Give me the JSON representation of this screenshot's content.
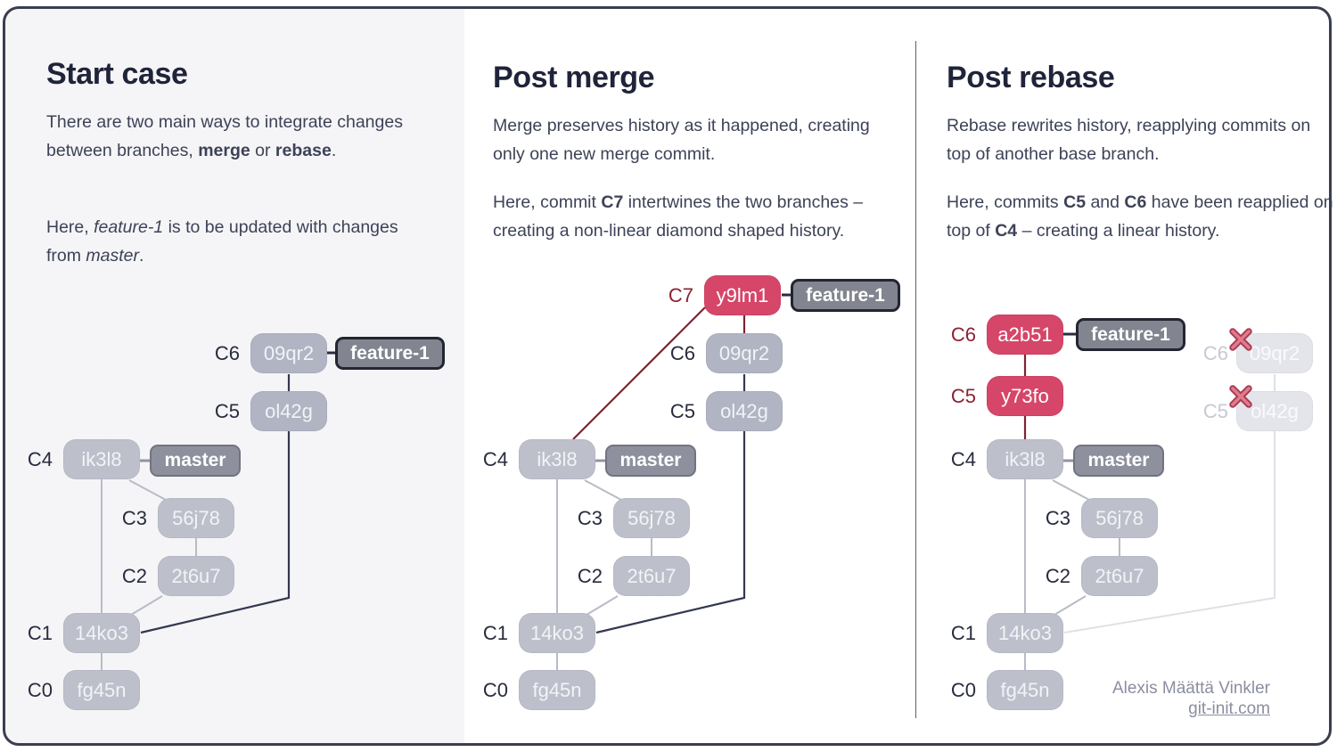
{
  "colors": {
    "accent_pink": "#d64669",
    "accent_dark_red": "#8b2133",
    "node_gray_feature": "#b1b4c2",
    "node_gray_main": "#bdc0cb",
    "node_ghost": "#e4e5ea",
    "branch_box_gray": "#8e909d",
    "card_border": "#3b3e4e",
    "panel_bg_left": "#f5f5f7",
    "title_text": "#20243a",
    "body_text": "#3d4257"
  },
  "panels": {
    "start": {
      "title": "Start case",
      "p1": [
        "There are two main ways to integrate changes between branches, ",
        "merge",
        " or ",
        "rebase",
        "."
      ],
      "p2": [
        "Here, ",
        "feature-1",
        " is to be updated with changes from ",
        "master",
        "."
      ],
      "branches": {
        "feature": "feature-1",
        "master": "master"
      },
      "commits": {
        "c6": {
          "id": "C6",
          "hash": "09qr2"
        },
        "c5": {
          "id": "C5",
          "hash": "ol42g"
        },
        "c4": {
          "id": "C4",
          "hash": "ik3l8"
        },
        "c3": {
          "id": "C3",
          "hash": "56j78"
        },
        "c2": {
          "id": "C2",
          "hash": "2t6u7"
        },
        "c1": {
          "id": "C1",
          "hash": "14ko3"
        },
        "c0": {
          "id": "C0",
          "hash": "fg45n"
        }
      }
    },
    "merge": {
      "title": "Post merge",
      "p1": "Merge preserves history as it happened, creating only one new merge commit.",
      "p2": [
        "Here, commit ",
        "C7",
        " intertwines the two branches – creating a non-linear diamond shaped history."
      ],
      "branches": {
        "feature": "feature-1",
        "master": "master"
      },
      "commits": {
        "c7": {
          "id": "C7",
          "hash": "y9lm1"
        },
        "c6": {
          "id": "C6",
          "hash": "09qr2"
        },
        "c5": {
          "id": "C5",
          "hash": "ol42g"
        },
        "c4": {
          "id": "C4",
          "hash": "ik3l8"
        },
        "c3": {
          "id": "C3",
          "hash": "56j78"
        },
        "c2": {
          "id": "C2",
          "hash": "2t6u7"
        },
        "c1": {
          "id": "C1",
          "hash": "14ko3"
        },
        "c0": {
          "id": "C0",
          "hash": "fg45n"
        }
      }
    },
    "rebase": {
      "title": "Post rebase",
      "p1": "Rebase rewrites history, reapplying commits on top of another base branch.",
      "p2": [
        "Here, commits ",
        "C5",
        " and ",
        "C6",
        " have been reapplied on top of ",
        "C4",
        " – creating a linear history."
      ],
      "branches": {
        "feature": "feature-1",
        "master": "master"
      },
      "commits": {
        "c6": {
          "id": "C6",
          "hash": "a2b51"
        },
        "c5": {
          "id": "C5",
          "hash": "y73fo"
        },
        "c4": {
          "id": "C4",
          "hash": "ik3l8"
        },
        "c3": {
          "id": "C3",
          "hash": "56j78"
        },
        "c2": {
          "id": "C2",
          "hash": "2t6u7"
        },
        "c1": {
          "id": "C1",
          "hash": "14ko3"
        },
        "c0": {
          "id": "C0",
          "hash": "fg45n"
        }
      },
      "ghost": {
        "c6": {
          "id": "C6",
          "hash": "09qr2"
        },
        "c5": {
          "id": "C5",
          "hash": "ol42g"
        }
      }
    }
  },
  "attribution": {
    "author": "Alexis Määttä Vinkler",
    "site": "git-init.com"
  }
}
